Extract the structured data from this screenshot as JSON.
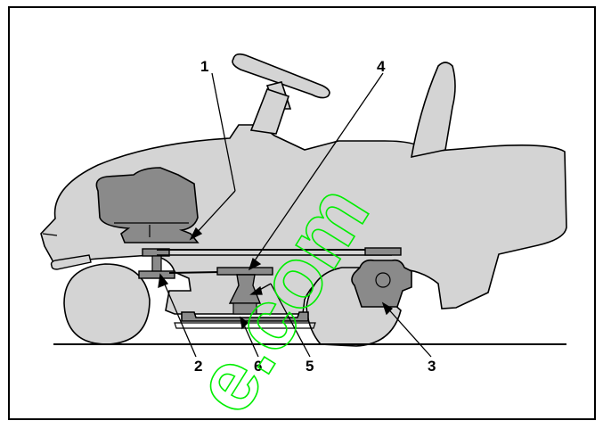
{
  "diagram": {
    "callouts": [
      {
        "id": "1",
        "label": "1"
      },
      {
        "id": "2",
        "label": "2"
      },
      {
        "id": "3",
        "label": "3"
      },
      {
        "id": "4",
        "label": "4"
      },
      {
        "id": "5",
        "label": "5"
      },
      {
        "id": "6",
        "label": "6"
      }
    ],
    "watermark": {
      "text": "e.com",
      "color": "#00ee00"
    },
    "colors": {
      "body": "#d4d4d4",
      "parts": "#8a8a8a",
      "line": "#000000",
      "frame": "#000000"
    }
  }
}
